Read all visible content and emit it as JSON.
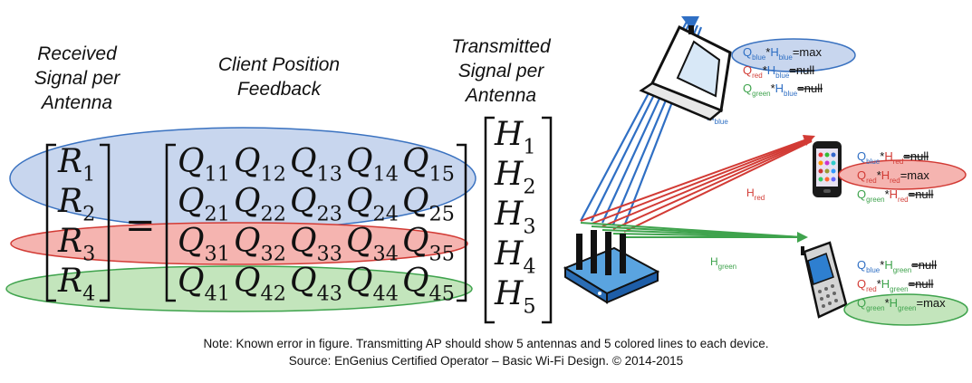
{
  "headers": {
    "received": [
      "Received",
      "Signal per",
      "Antenna"
    ],
    "feedback": [
      "Client Position",
      "Feedback"
    ],
    "transmitted": [
      "Transmitted",
      "Signal per",
      "Antenna"
    ]
  },
  "r_vector": [
    "R1",
    "R2",
    "R3",
    "R4"
  ],
  "equals": "=",
  "q_matrix": [
    [
      "Q11",
      "Q12",
      "Q13",
      "Q14",
      "Q15"
    ],
    [
      "Q21",
      "Q22",
      "Q23",
      "Q24",
      "Q25"
    ],
    [
      "Q31",
      "Q32",
      "Q33",
      "Q34",
      "Q35"
    ],
    [
      "Q41",
      "Q42",
      "Q43",
      "Q44",
      "Q45"
    ]
  ],
  "h_vector": [
    "H1",
    "H2",
    "H3",
    "H4",
    "H5"
  ],
  "beam_labels": {
    "blue": {
      "main": "H",
      "sub": "blue"
    },
    "red": {
      "main": "H",
      "sub": "red"
    },
    "green": {
      "main": "H",
      "sub": "green"
    }
  },
  "devices": {
    "laptop": [
      {
        "q": "blue",
        "h": "blue",
        "result": "=max",
        "highlight": true
      },
      {
        "q": "red",
        "h": "blue",
        "result": "=null",
        "highlight": false
      },
      {
        "q": "green",
        "h": "blue",
        "result": "=null",
        "highlight": false
      }
    ],
    "smartphone": [
      {
        "q": "blue",
        "h": "red",
        "result": "=null",
        "highlight": false
      },
      {
        "q": "red",
        "h": "red",
        "result": "=max",
        "highlight": true
      },
      {
        "q": "green",
        "h": "red",
        "result": "=null",
        "highlight": false
      }
    ],
    "cellphone": [
      {
        "q": "blue",
        "h": "green",
        "result": "=null",
        "highlight": false
      },
      {
        "q": "red",
        "h": "green",
        "result": "=null",
        "highlight": false
      },
      {
        "q": "green",
        "h": "green",
        "result": "=max",
        "highlight": true
      }
    ]
  },
  "notes": {
    "line1": "Note: Known error in figure.  Transmitting AP should show 5 antennas and 5 colored lines to each device.",
    "line2": "Source: EnGenius Certified Operator – Basic Wi-Fi Design. © 2014-2015"
  },
  "colors": {
    "blue": "#2f6fc4",
    "red": "#d23b35",
    "green": "#3fa34d",
    "blue_fill": "#c8d6ee",
    "red_fill": "#f5b4b0",
    "green_fill": "#c3e5bc",
    "q_blue": "#2f6fc4",
    "q_red": "#d23b35",
    "q_green": "#3fa34d"
  }
}
